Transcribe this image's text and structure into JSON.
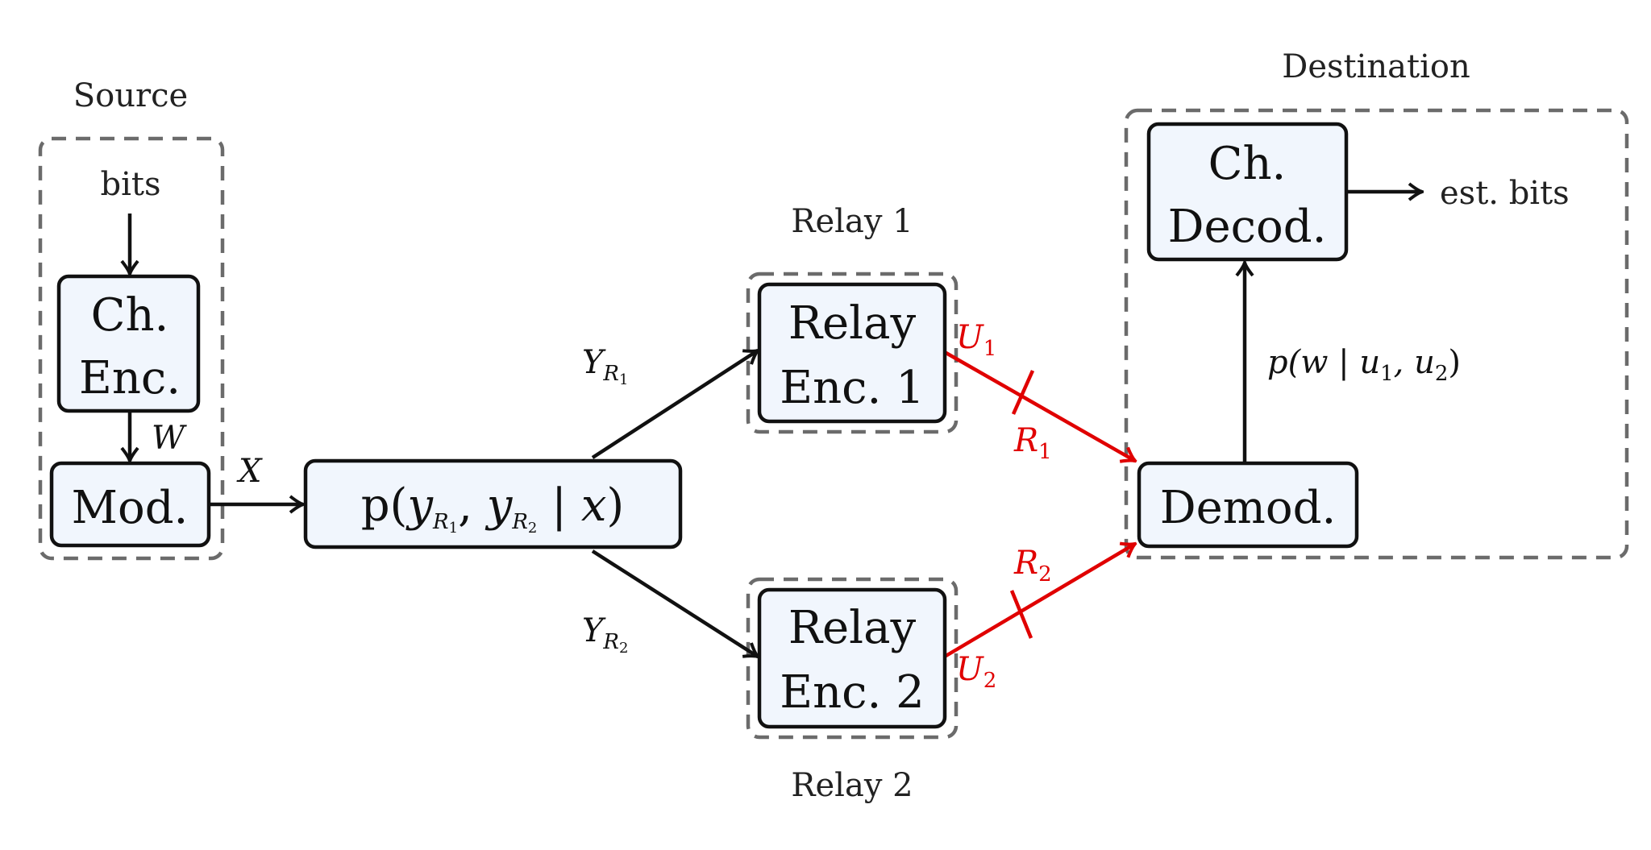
{
  "groups": {
    "source": "Source",
    "relay1": "Relay 1",
    "relay2": "Relay 2",
    "destination": "Destination"
  },
  "blocks": {
    "ch_enc": [
      "Ch.",
      "Enc."
    ],
    "mod": "Mod.",
    "channel": {
      "p": "p(",
      "y": "y",
      "R": "R",
      "one": "1",
      "comma": ", ",
      "two": "2",
      "bar": " | ",
      "x": "x",
      "close": ")"
    },
    "relay_enc_1": [
      "Relay",
      "Enc. 1"
    ],
    "relay_enc_2": [
      "Relay",
      "Enc. 2"
    ],
    "demod": "Demod.",
    "ch_decod": [
      "Ch.",
      "Decod."
    ]
  },
  "signals": {
    "bits": "bits",
    "est_bits": "est. bits",
    "W": "W",
    "X": "X",
    "Y": "Y",
    "R": "R",
    "one": "1",
    "two": "2",
    "U": "U",
    "posterior": {
      "open": "p(w | u",
      "sep": ", u",
      "close": ")"
    }
  },
  "colors": {
    "block_fill": "#f1f6fd",
    "group_border": "#6b6b6b",
    "wire": "#111111",
    "rate_link": "#e00000"
  }
}
